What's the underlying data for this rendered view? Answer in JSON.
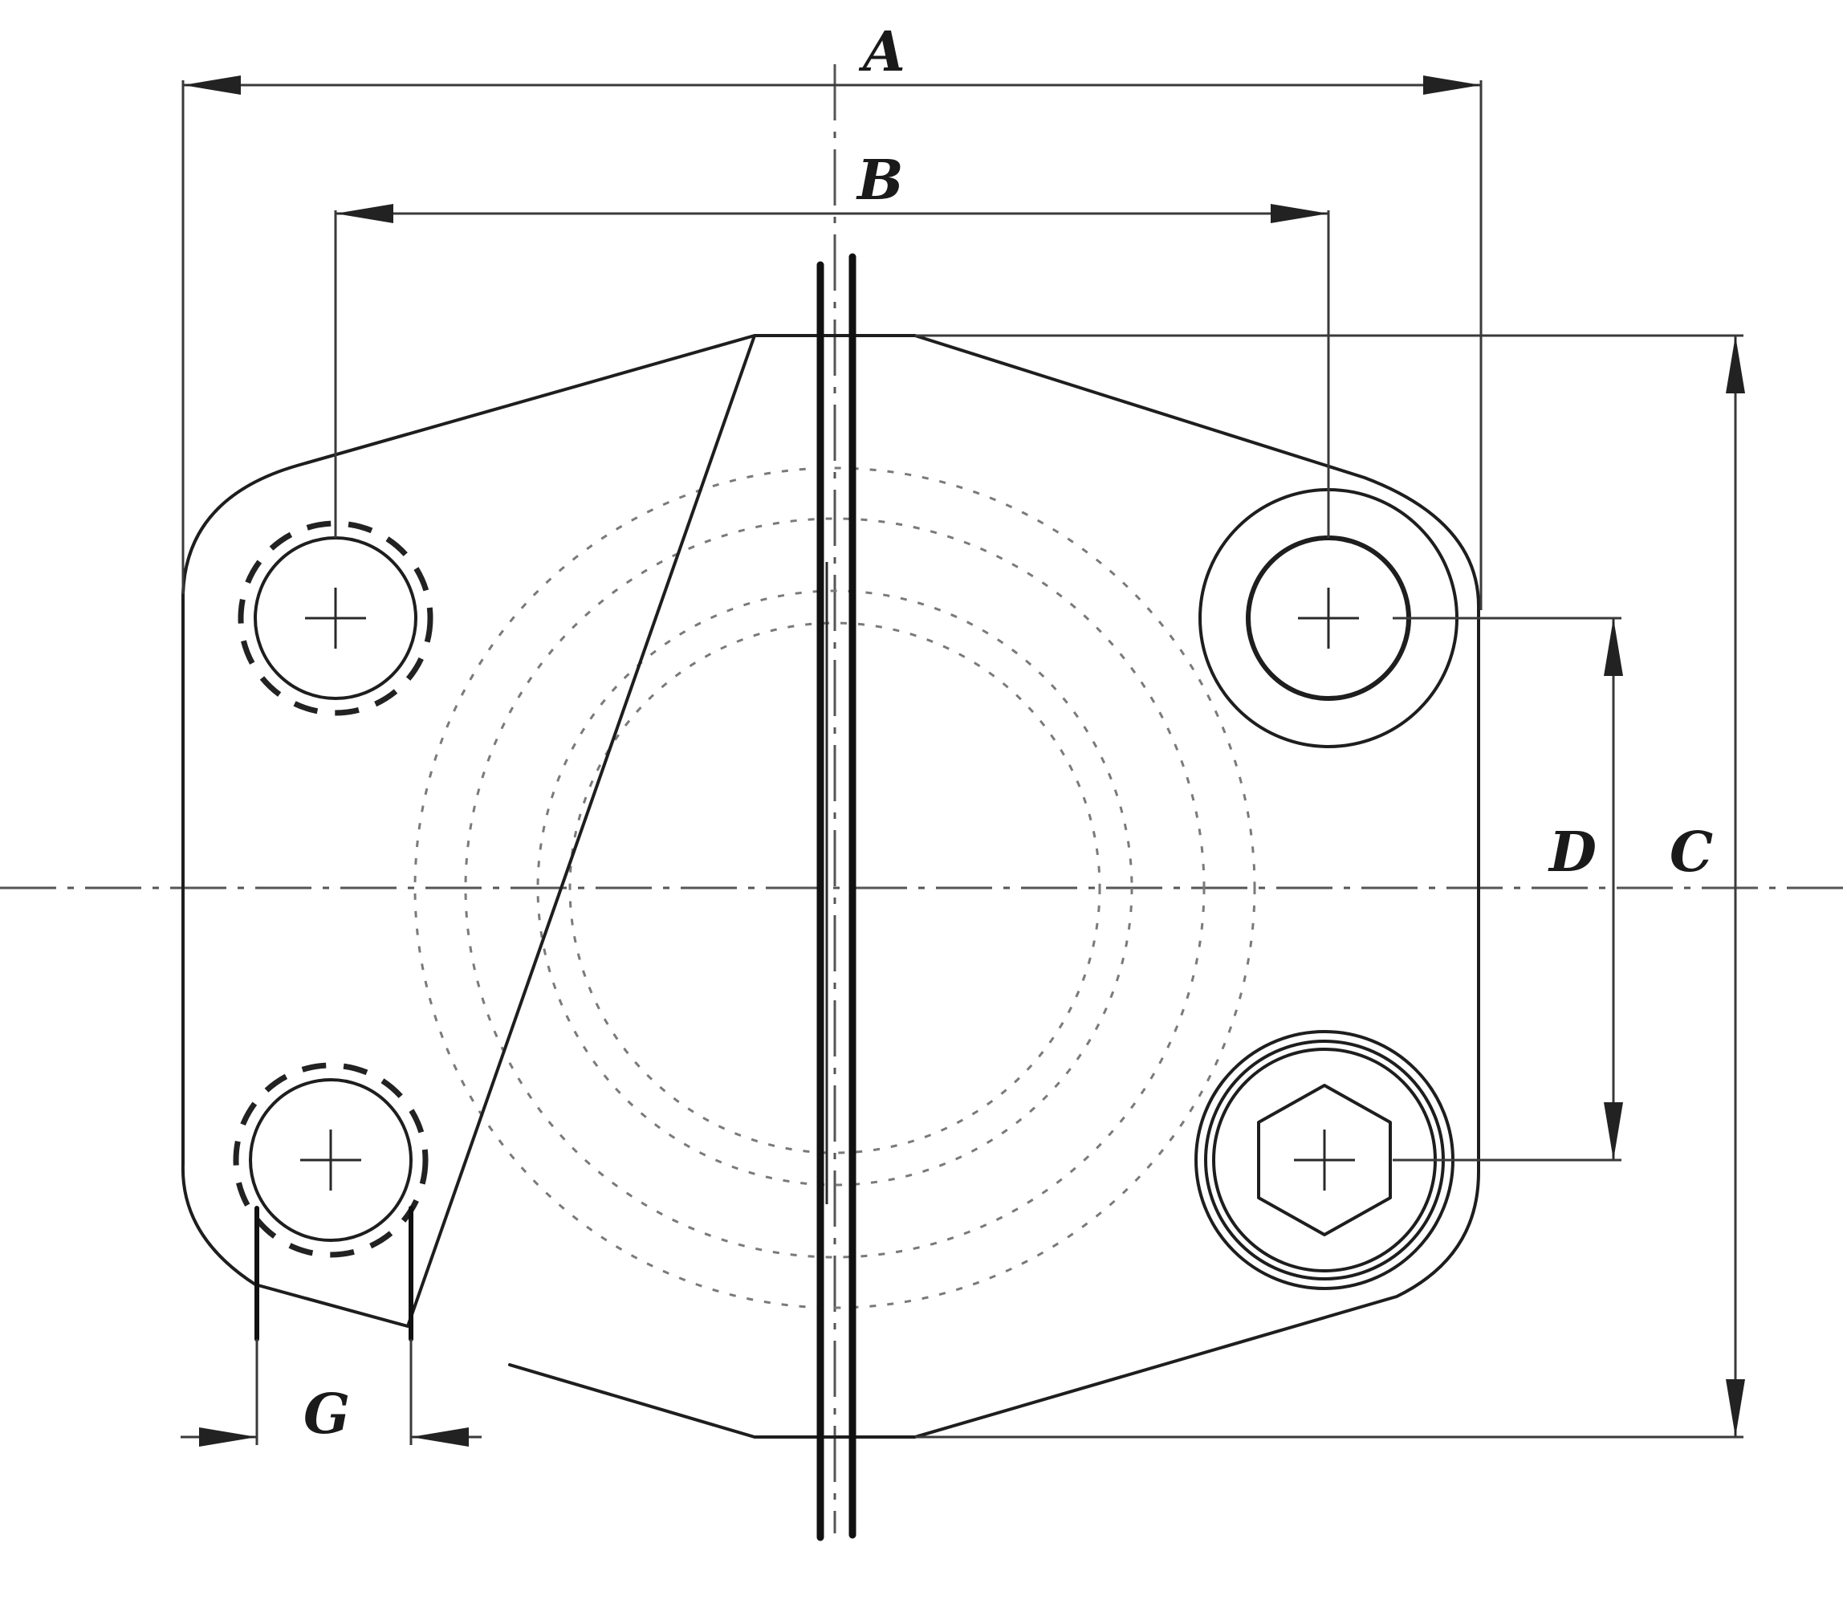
{
  "diagram": {
    "dimension_labels": {
      "A": "A",
      "B": "B",
      "C": "C",
      "D": "D",
      "G": "G"
    }
  }
}
